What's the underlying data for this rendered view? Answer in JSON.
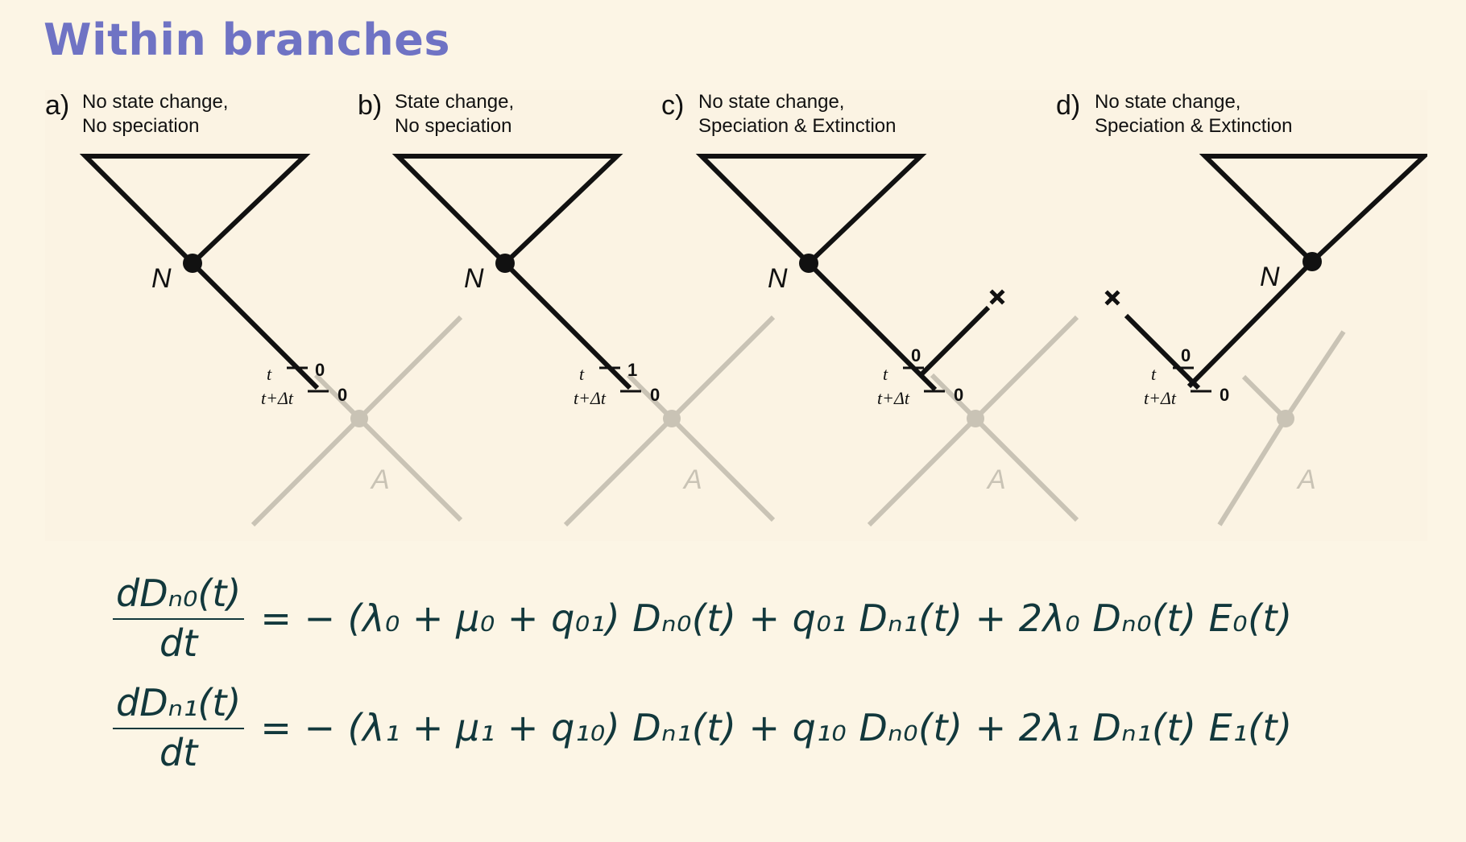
{
  "title": "Within branches",
  "panels": [
    {
      "letter": "a)",
      "caption_line1": "No state change,",
      "caption_line2": "No speciation",
      "node": "N",
      "ancestor": "A",
      "t_label": "t",
      "tdt_label": "t+Δt",
      "state_t": "0",
      "state_tdt": "0"
    },
    {
      "letter": "b)",
      "caption_line1": "State change,",
      "caption_line2": "No speciation",
      "node": "N",
      "ancestor": "A",
      "t_label": "t",
      "tdt_label": "t+Δt",
      "state_t": "1",
      "state_tdt": "0"
    },
    {
      "letter": "c)",
      "caption_line1": "No state change,",
      "caption_line2": "Speciation & Extinction",
      "node": "N",
      "ancestor": "A",
      "t_label": "t",
      "tdt_label": "t+Δt",
      "state_t": "0",
      "state_tdt": "0"
    },
    {
      "letter": "d)",
      "caption_line1": "No state change,",
      "caption_line2": "Speciation & Extinction",
      "node": "N",
      "ancestor": "A",
      "t_label": "t",
      "tdt_label": "t+Δt",
      "state_t": "0",
      "state_tdt": "0"
    }
  ],
  "equations": [
    {
      "numerator": "dDₙ₀(t)",
      "denominator": "dt",
      "rhs": "= − (λ₀ + μ₀ + q₀₁) Dₙ₀(t) + q₀₁ Dₙ₁(t) + 2λ₀ Dₙ₀(t) E₀(t)"
    },
    {
      "numerator": "dDₙ₁(t)",
      "denominator": "dt",
      "rhs": "= − (λ₁ + μ₁ + q₁₀) Dₙ₁(t) + q₁₀ Dₙ₀(t) + 2λ₁ Dₙ₁(t) E₁(t)"
    }
  ],
  "colors": {
    "title": "#6f73c4",
    "equation": "#12383c",
    "background": "#fcf5e5",
    "faded": "#c9c3b5"
  }
}
